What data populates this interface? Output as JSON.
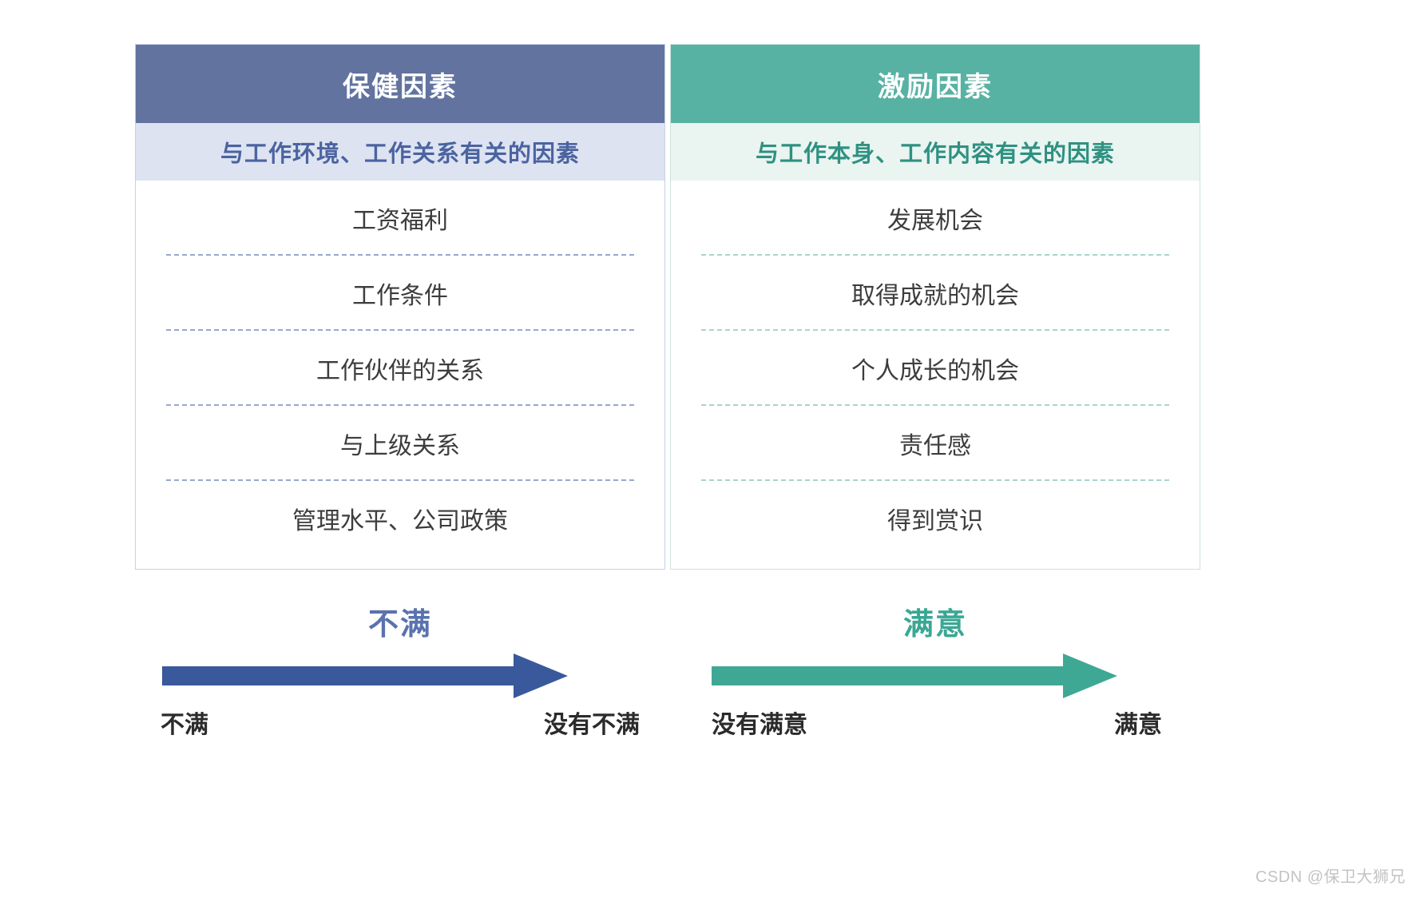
{
  "colors": {
    "hygiene_header_bg": "#62739f",
    "hygiene_subheader_bg": "#dde3f1",
    "hygiene_subheader_text": "#4b63a0",
    "hygiene_divider": "#97a7cf",
    "hygiene_arrow": "#3a599c",
    "hygiene_caption": "#5a72ae",
    "motivator_header_bg": "#58b2a3",
    "motivator_subheader_bg": "#eaf4f1",
    "motivator_subheader_text": "#2f9182",
    "motivator_divider": "#a8d4cd",
    "motivator_arrow": "#3fa895",
    "motivator_caption": "#3aa794",
    "item_text": "#3d3d3d",
    "page_bg": "#ffffff"
  },
  "cards": [
    {
      "id": "hygiene-factors",
      "title": "保健因素",
      "subtitle": "与工作环境、工作关系有关的因素",
      "items": [
        "工资福利",
        "工作条件",
        "工作伙伴的关系",
        "与上级关系",
        "管理水平、公司政策"
      ]
    },
    {
      "id": "motivator-factors",
      "title": "激励因素",
      "subtitle": "与工作本身、工作内容有关的因素",
      "items": [
        "发展机会",
        "取得成就的机会",
        "个人成长的机会",
        "责任感",
        "得到赏识"
      ]
    }
  ],
  "arrows": [
    {
      "id": "dissatisfaction-axis",
      "caption": "不满",
      "start_label": "不满",
      "end_label": "没有不满",
      "icon": "right-arrow-icon"
    },
    {
      "id": "satisfaction-axis",
      "caption": "满意",
      "start_label": "没有满意",
      "end_label": "满意",
      "icon": "right-arrow-icon"
    }
  ],
  "watermark": {
    "text": "CSDN @保卫大狮兄"
  }
}
